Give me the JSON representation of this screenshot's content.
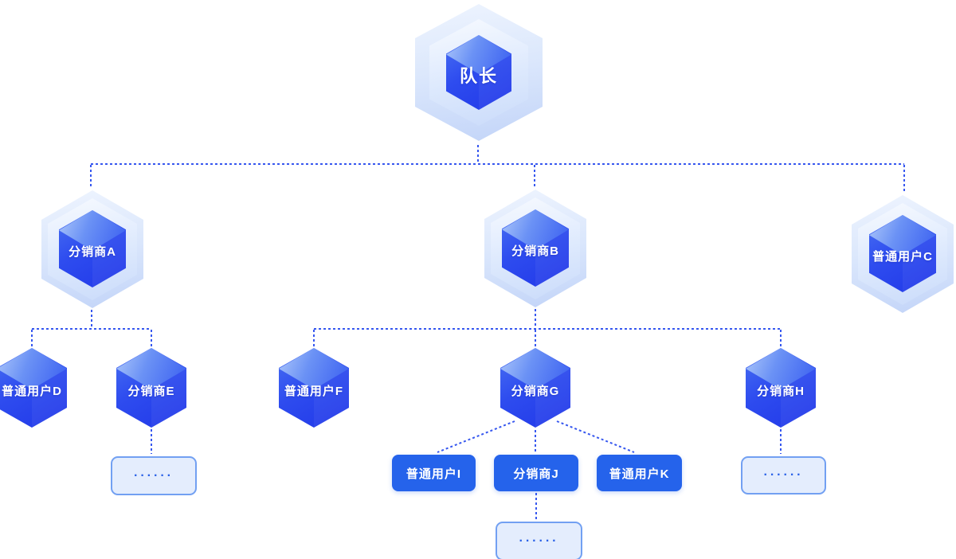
{
  "diagram": {
    "type": "org-tree",
    "background": "#ffffff",
    "connector_style": {
      "color": "#3657ef",
      "pattern": "dashed"
    },
    "colors": {
      "cube_blue_dark": "#2138e8",
      "cube_blue_mid": "#2e4cef",
      "cube_top_light": "#aec8fa",
      "shell_light": "#dbe7fc",
      "button_blue": "#2563eb",
      "ellipsis_fill": "#e4edfd",
      "ellipsis_border": "#72a0f2",
      "label_white": "#ffffff"
    }
  },
  "nodes": {
    "captain": {
      "label": "队长",
      "type": "root-hexagon"
    },
    "distributorA": {
      "label": "分销商A",
      "type": "hexagon"
    },
    "distributorB": {
      "label": "分销商B",
      "type": "hexagon"
    },
    "userC": {
      "label": "普通用户C",
      "type": "hexagon"
    },
    "userD": {
      "label": "普通用户D",
      "type": "hexagon-small"
    },
    "distributorE": {
      "label": "分销商E",
      "type": "hexagon-small"
    },
    "userF": {
      "label": "普通用户F",
      "type": "hexagon-small"
    },
    "distributorG": {
      "label": "分销商G",
      "type": "hexagon-small"
    },
    "distributorH": {
      "label": "分销商H",
      "type": "hexagon-small"
    },
    "userI": {
      "label": "普通用户I",
      "type": "button"
    },
    "distributorJ": {
      "label": "分销商J",
      "type": "button"
    },
    "userK": {
      "label": "普通用户K",
      "type": "button"
    },
    "ellipsisE": {
      "label": "······",
      "type": "ellipsis-box"
    },
    "ellipsisH": {
      "label": "······",
      "type": "ellipsis-box"
    },
    "ellipsisJ": {
      "label": "······",
      "type": "ellipsis-box"
    }
  },
  "edges": [
    {
      "from": "captain",
      "to": "distributorA"
    },
    {
      "from": "captain",
      "to": "distributorB"
    },
    {
      "from": "captain",
      "to": "userC"
    },
    {
      "from": "distributorA",
      "to": "userD"
    },
    {
      "from": "distributorA",
      "to": "distributorE"
    },
    {
      "from": "distributorE",
      "to": "ellipsisE"
    },
    {
      "from": "distributorB",
      "to": "userF"
    },
    {
      "from": "distributorB",
      "to": "distributorG"
    },
    {
      "from": "distributorB",
      "to": "distributorH"
    },
    {
      "from": "distributorG",
      "to": "userI"
    },
    {
      "from": "distributorG",
      "to": "distributorJ"
    },
    {
      "from": "distributorG",
      "to": "userK"
    },
    {
      "from": "distributorJ",
      "to": "ellipsisJ"
    },
    {
      "from": "distributorH",
      "to": "ellipsisH"
    }
  ]
}
